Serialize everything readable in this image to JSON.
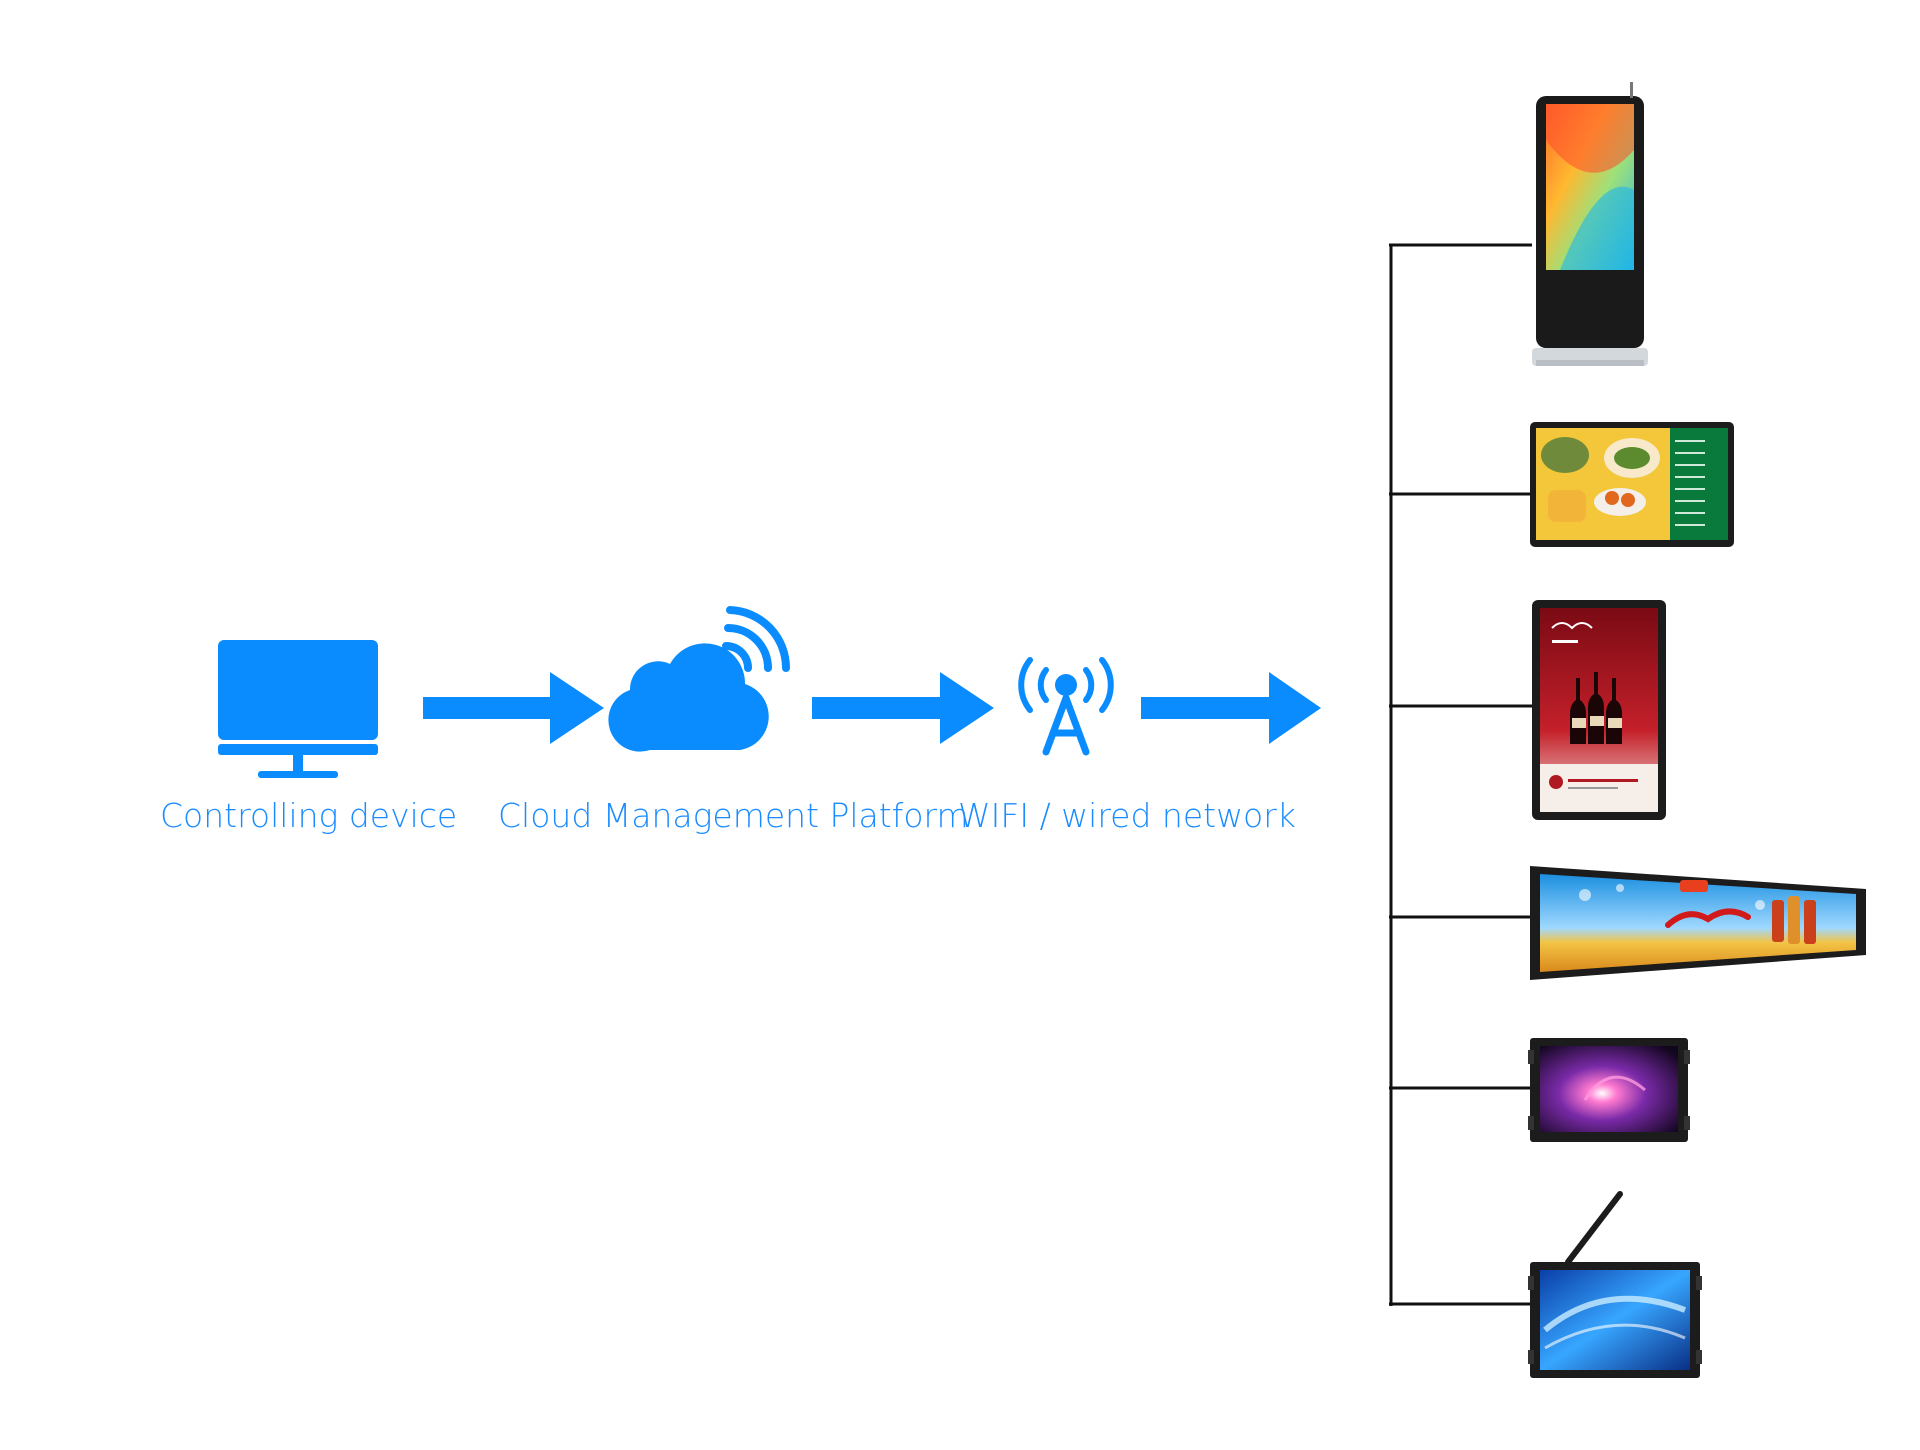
{
  "colors": {
    "accent": "#0a8cff",
    "connector": "#111111",
    "background": "#ffffff"
  },
  "flow": {
    "nodes": [
      {
        "id": "controlling-device",
        "label": "Controlling device",
        "icon": "monitor-icon"
      },
      {
        "id": "cloud-platform",
        "label": "Cloud Management Platform",
        "icon": "cloud-signal-icon"
      },
      {
        "id": "network",
        "label": "WIFI / wired network",
        "icon": "antenna-tower-icon"
      }
    ]
  },
  "displays": [
    {
      "id": "kiosk-totem",
      "icon": "floor-standing-kiosk-icon"
    },
    {
      "id": "menu-board",
      "icon": "landscape-menu-board-icon"
    },
    {
      "id": "portrait-poster",
      "icon": "portrait-wine-poster-icon"
    },
    {
      "id": "stretched-bar",
      "icon": "stretched-bar-display-icon"
    },
    {
      "id": "open-frame-display",
      "icon": "open-frame-monitor-icon"
    },
    {
      "id": "open-frame-wifi-display",
      "icon": "open-frame-antenna-monitor-icon"
    }
  ]
}
